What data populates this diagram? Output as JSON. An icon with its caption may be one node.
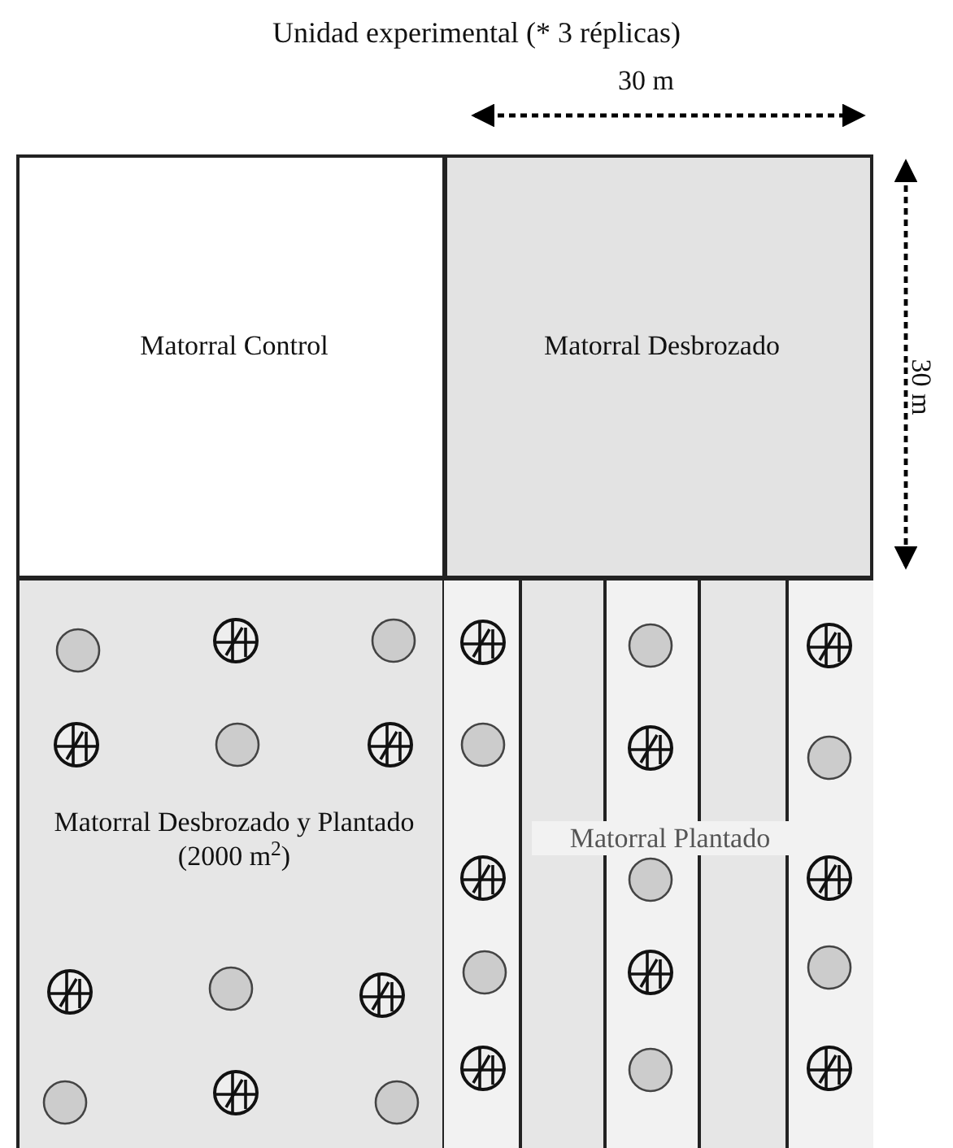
{
  "diagram": {
    "title": "Unidad experimental (* 3 réplicas)",
    "nodes": [
      {
        "text": [
          "Matorral Control"
        ]
      },
      {
        "text": [
          "Matorral Desbrozado"
        ]
      },
      {
        "text": [
          "Matorral Desbrozado y Plantado (2000 m$^{2}$)"
        ]
      },
      {
        "text": [
          "Matorral Plantado"
        ]
      }
    ],
    "labels": [
      "30 m",
      "30 m"
    ]
  }
}
